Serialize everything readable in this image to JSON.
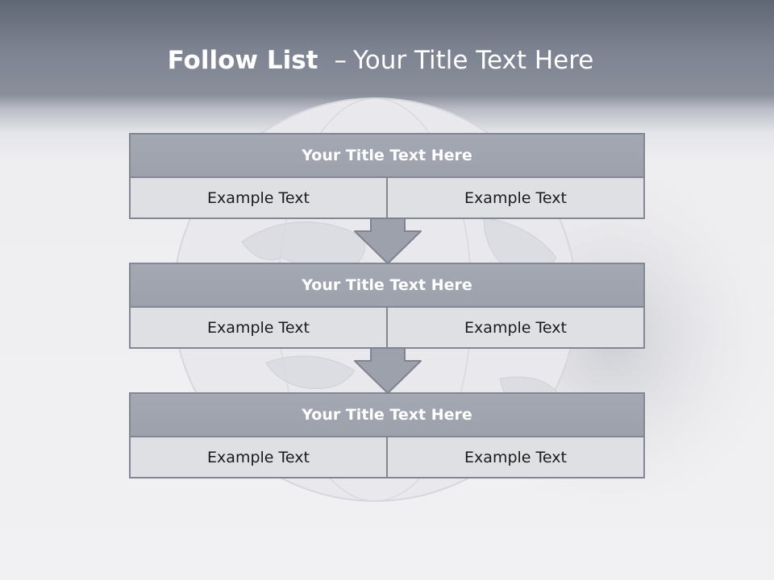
{
  "slide": {
    "title_bold": "Follow List",
    "title_dash": "–",
    "title_rest": "Your Title Text Here"
  },
  "blocks": [
    {
      "title": "Your Title Text Here",
      "left": "Example Text",
      "right": "Example Text"
    },
    {
      "title": "Your Title Text Here",
      "left": "Example Text",
      "right": "Example Text"
    },
    {
      "title": "Your Title Text Here",
      "left": "Example Text",
      "right": "Example Text"
    }
  ],
  "colors": {
    "header_band": "#7c8290",
    "box_title_fill": "#a1a5af",
    "box_cell_fill": "#dfe0e4",
    "box_border": "#828793",
    "arrow_fill": "#9da1ac"
  },
  "icons": {
    "background": "globe-icon",
    "connector": "arrow-down-icon"
  }
}
